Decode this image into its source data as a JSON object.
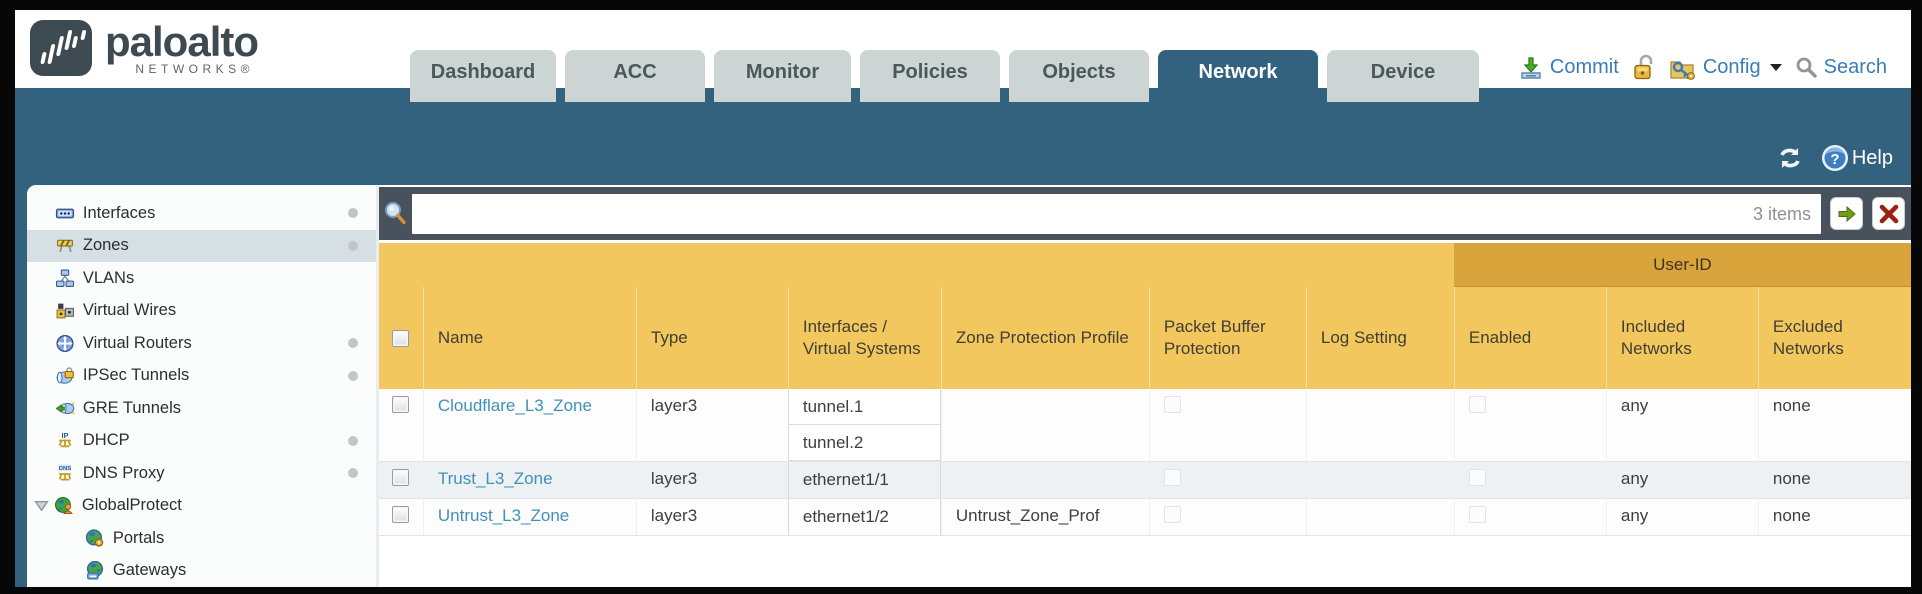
{
  "brand": {
    "name": "paloalto",
    "subname": "NETWORKS®"
  },
  "tabs": [
    {
      "label": "Dashboard",
      "active": false
    },
    {
      "label": "ACC",
      "active": false
    },
    {
      "label": "Monitor",
      "active": false
    },
    {
      "label": "Policies",
      "active": false
    },
    {
      "label": "Objects",
      "active": false
    },
    {
      "label": "Network",
      "active": true
    },
    {
      "label": "Device",
      "active": false
    }
  ],
  "actions": {
    "commit": "Commit",
    "config": "Config",
    "search": "Search"
  },
  "toolbar": {
    "help": "Help"
  },
  "sidebar": {
    "items": [
      {
        "label": "Interfaces",
        "dot": true
      },
      {
        "label": "Zones",
        "dot": true,
        "selected": true
      },
      {
        "label": "VLANs",
        "dot": false
      },
      {
        "label": "Virtual Wires",
        "dot": false
      },
      {
        "label": "Virtual Routers",
        "dot": true
      },
      {
        "label": "IPSec Tunnels",
        "dot": true
      },
      {
        "label": "GRE Tunnels",
        "dot": false
      },
      {
        "label": "DHCP",
        "dot": true
      },
      {
        "label": "DNS Proxy",
        "dot": true
      },
      {
        "label": "GlobalProtect",
        "dot": false,
        "expanded": true
      },
      {
        "label": "Portals",
        "child": true
      },
      {
        "label": "Gateways",
        "child": true
      }
    ]
  },
  "filterbar": {
    "count": "3 items",
    "query": ""
  },
  "table": {
    "group_header": "User-ID",
    "columns": [
      "Name",
      "Type",
      "Interfaces / Virtual Systems",
      "Zone Protection Profile",
      "Packet Buffer Protection",
      "Log Setting",
      "Enabled",
      "Included Networks",
      "Excluded Networks"
    ],
    "rows": [
      {
        "name": "Cloudflare_L3_Zone",
        "type": "layer3",
        "interfaces": [
          "tunnel.1",
          "tunnel.2"
        ],
        "zone_protection_profile": "",
        "log_setting": "",
        "packet_buffer_protection_checked": false,
        "user_id_enabled_checked": false,
        "included_networks": "any",
        "excluded_networks": "none"
      },
      {
        "name": "Trust_L3_Zone",
        "type": "layer3",
        "interfaces": [
          "ethernet1/1"
        ],
        "zone_protection_profile": "",
        "log_setting": "",
        "packet_buffer_protection_checked": false,
        "user_id_enabled_checked": false,
        "included_networks": "any",
        "excluded_networks": "none"
      },
      {
        "name": "Untrust_L3_Zone",
        "type": "layer3",
        "interfaces": [
          "ethernet1/2"
        ],
        "zone_protection_profile": "Untrust_Zone_Prof",
        "log_setting": "",
        "packet_buffer_protection_checked": false,
        "user_id_enabled_checked": false,
        "included_networks": "any",
        "excluded_networks": "none"
      }
    ]
  },
  "colors": {
    "teal_band": "#33627f",
    "header_gold": "#f2c75e",
    "userid_gold": "#d9a43c",
    "link_blue": "#4191b5",
    "filter_bar": "#47525c",
    "selected_row": "#d5dfe4"
  }
}
